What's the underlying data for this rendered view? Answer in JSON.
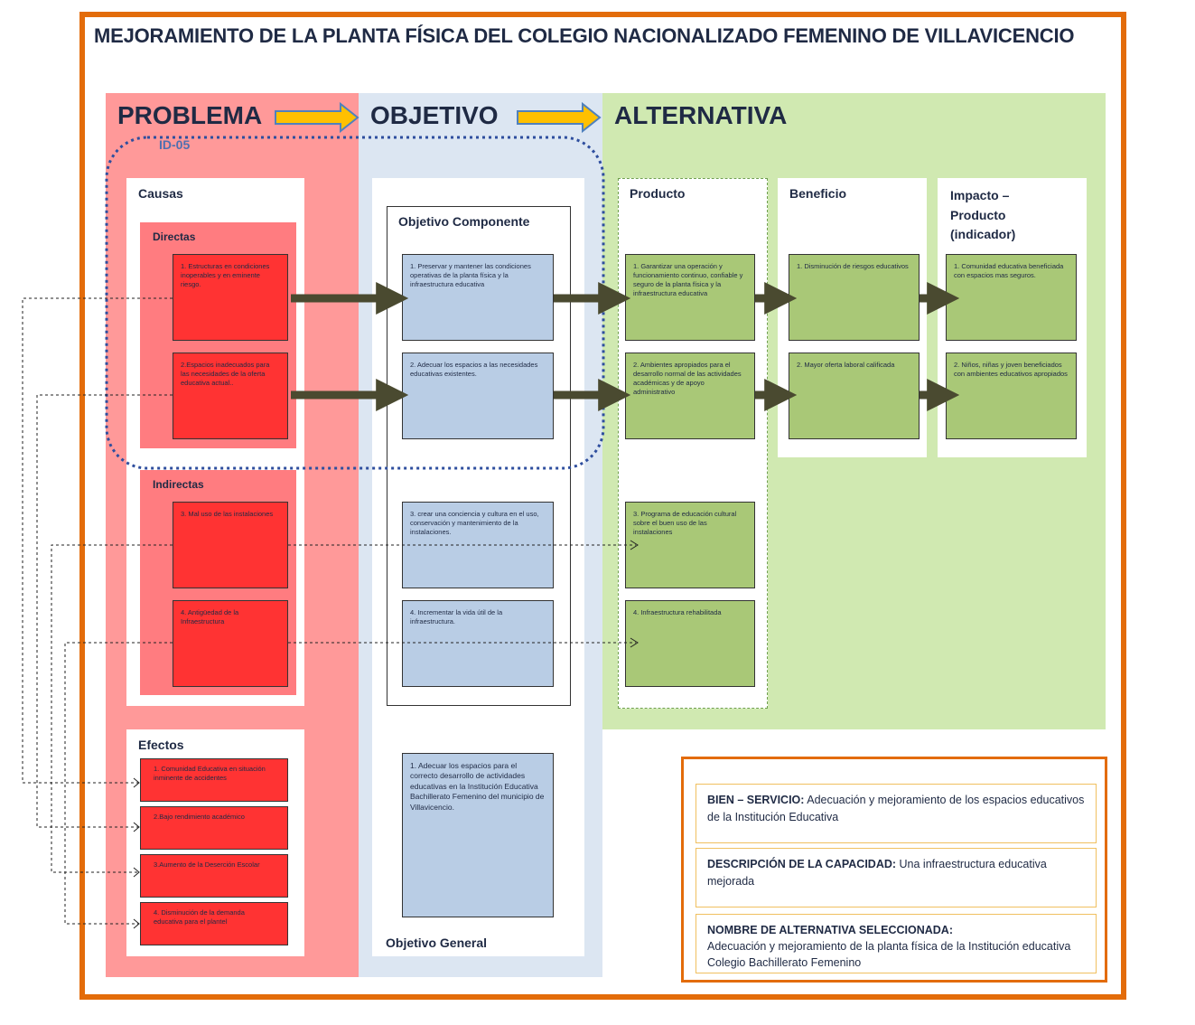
{
  "title": "MEJORAMIENTO DE LA PLANTA FÍSICA DEL COLEGIO NACIONALIZADO FEMENINO DE VILLAVICENCIO",
  "columns": {
    "problema": "PROBLEMA",
    "objetivo": "OBJETIVO",
    "alternativa": "ALTERNATIVA"
  },
  "id_label": "ID-05",
  "causas": {
    "label": "Causas",
    "directas_label": "Directas",
    "indirectas_label": "Indirectas",
    "items": [
      "1. Estructuras en condiciones inoperables y en eminente riesgo.",
      "2.Espacios inadecuados para las necesidades de la oferta educativa actual..",
      "3. Mal uso de las instalaciones",
      "4. Antigüedad de la Infraestructura"
    ]
  },
  "efectos": {
    "label": "Efectos",
    "items": [
      "1. Comunidad Educativa en situación inminente de accidentes",
      "2.Bajo rendimiento académico",
      "3.Aumento de la Deserción Escolar",
      "4. Disminución de la demanda educativa para el plantel"
    ]
  },
  "objetivo_componente": {
    "label": "Objetivo Componente",
    "items": [
      "1. Preservar y mantener las condiciones operativas de la planta física y la infraestructura educativa",
      "2. Adecuar los espacios a las necesidades educativas existentes.",
      "3. crear una conciencia y cultura en el uso, conservación y mantenimiento de la instalaciones.",
      "4.  Incrementar la vida útil de la infraestructura."
    ]
  },
  "objetivo_general": {
    "label": "Objetivo General",
    "text": "1. Adecuar los espacios para el correcto desarrollo de actividades educativas en la Institución Educativa Bachillerato Femenino del municipio de Villavicencio."
  },
  "producto": {
    "label": "Producto",
    "items": [
      "1. Garantizar una operación y funcionamiento continuo, confiable y seguro de la planta física y la infraestructura educativa",
      "2. Ambientes apropiados para el desarrollo normal de las actividades académicas y de apoyo administrativo",
      "3. Programa de educación cultural sobre el buen uso de las instalaciones",
      "4. Infraestructura rehabilitada"
    ]
  },
  "beneficio": {
    "label": "Beneficio",
    "items": [
      "1. Disminución de riesgos educativos",
      "2. Mayor oferta laboral calificada"
    ]
  },
  "impacto": {
    "label": "Impacto – Producto (indicador)",
    "items": [
      "1. Comunidad educativa beneficiada con espacios mas seguros.",
      "2. Niños, niñas  y joven beneficiados con ambientes educativos apropiados"
    ]
  },
  "info": {
    "bien_label": "BIEN – SERVICIO:",
    "bien_text": "Adecuación  y mejoramiento de los espacios educativos de la Institución  Educativa",
    "capacidad_label": "DESCRIPCIÓN DE LA CAPACIDAD:",
    "capacidad_text": "Una infraestructura educativa mejorada",
    "alternativa_label": "NOMBRE DE ALTERNATIVA SELECCIONADA:",
    "alternativa_text": "Adecuación y mejoramiento de la planta física de la Institución educativa Colegio Bachillerato Femenino"
  },
  "colors": {
    "frame": "#e36c0a",
    "problema_bg": "#ff9999",
    "objetivo_bg": "#dce6f2",
    "alternativa_bg": "#d0e9b1",
    "causa_box": "#ff3333",
    "objetivo_box": "#b9cde5",
    "producto_box": "#a9c877",
    "arrow_fill": "#ffc000",
    "arrow_stroke": "#4f81bd",
    "flow_arrow": "#4a4a30",
    "dotted_group": "#2e4e9e"
  }
}
